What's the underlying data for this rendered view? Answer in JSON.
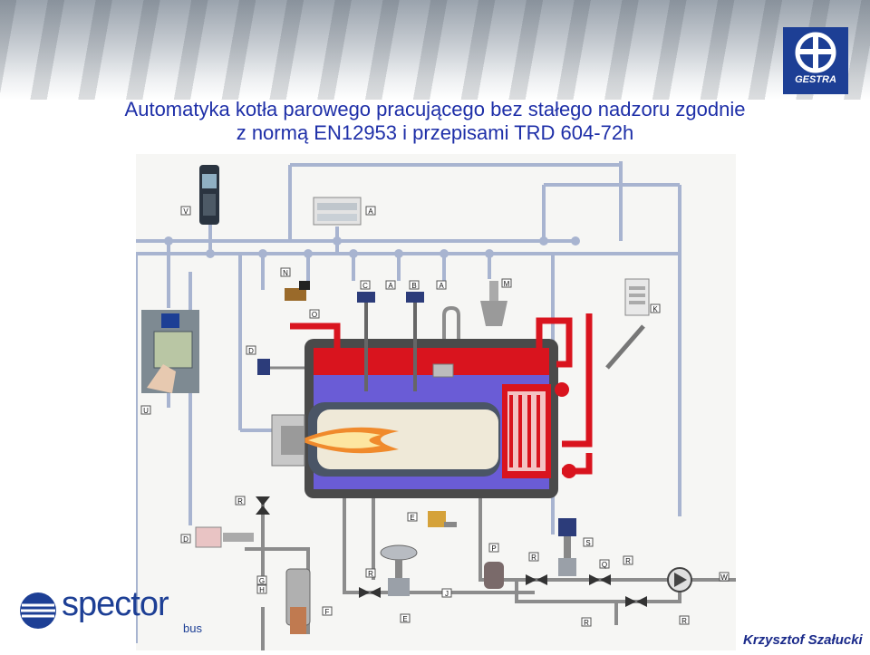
{
  "header": {
    "title_line1": "Automatyka kotła parowego pracującego bez stałego nadzoru zgodnie",
    "title_line2": "z normą EN12953 i przepisami TRD 604-72h"
  },
  "logos": {
    "gestra": "GESTRA",
    "spector_word": "spector",
    "spector_sub": "bus"
  },
  "author": "Krzysztof Szałucki",
  "diagram": {
    "labels": [
      "V",
      "A",
      "N",
      "C",
      "A",
      "B",
      "A",
      "M",
      "O",
      "K",
      "D",
      "U",
      "R",
      "E",
      "D",
      "P",
      "R",
      "S",
      "Q",
      "R",
      "W",
      "G",
      "H",
      "R",
      "J",
      "F",
      "E",
      "R",
      "R"
    ]
  },
  "colors": {
    "title": "#1e2fa8",
    "steam_red": "#d9141e",
    "boiler_shell": "#4a4a4a",
    "water": "#6a5cd6",
    "pipe_grey": "#8c8c8c",
    "bus_line": "#a8b4d0",
    "logo_blue": "#1d3f95"
  }
}
